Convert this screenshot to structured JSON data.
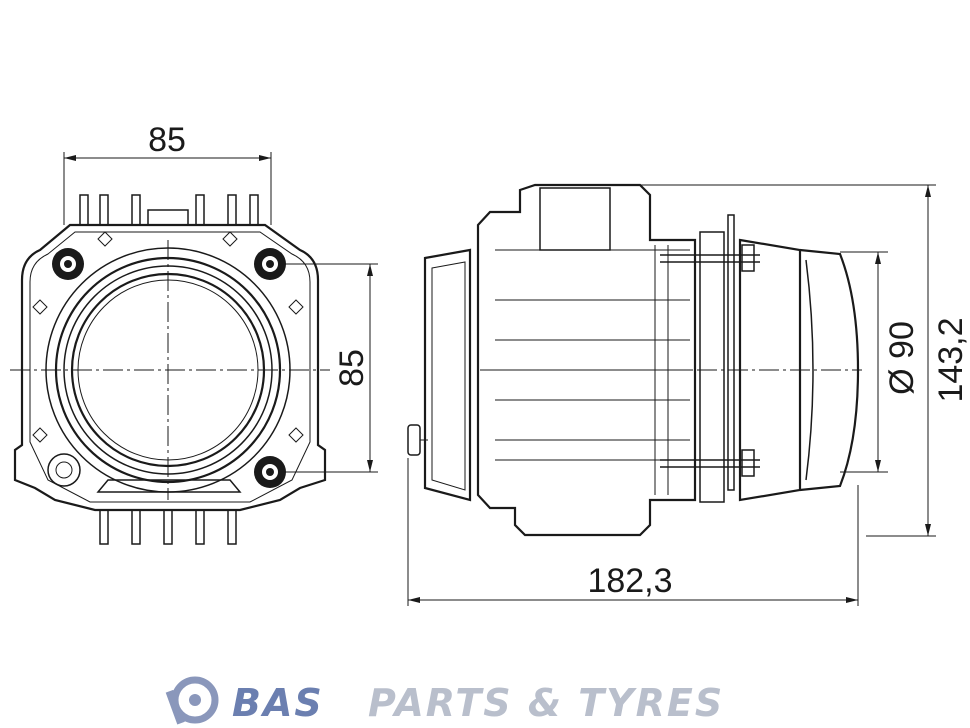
{
  "dimensions": {
    "front_width": "85",
    "front_height": "85",
    "side_length": "182,3",
    "side_lens_diameter": "Ø 90",
    "side_height": "143,2"
  },
  "watermark": {
    "brand_bold": "BAS",
    "brand_rest": "PARTS & TYRES",
    "color_bold": "#6b7fb0",
    "color_rest": "#b9bfcc"
  }
}
